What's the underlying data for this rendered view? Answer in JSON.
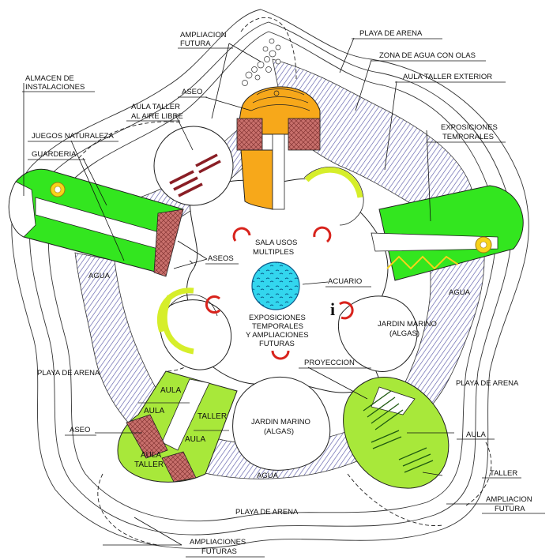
{
  "labels": {
    "ampliacion_futura_top": [
      "AMPLIACION",
      "FUTURA"
    ],
    "playa_de_arena_top": "PLAYA DE ARENA",
    "zona_de_agua_con_olas": "ZONA DE AGUA CON OLAS",
    "aula_taller_exterior": "AULA TALLER EXTERIOR",
    "almacen_de_instalaciones": [
      "ALMACEN DE",
      "INSTALACIONES"
    ],
    "aseo_top": "ASEO",
    "aula_taller_aire_libre": [
      "AULA TALLER",
      "AL AIRE LIBRE"
    ],
    "exposiciones_temporales_right": [
      "EXPOSICIONES",
      "TEMPORALES"
    ],
    "juegos_naturaleza": "JUEGOS NATURALEZA",
    "guarderia": "GUARDERIA",
    "sala_usos_multiples": [
      "SALA USOS",
      "MULTIPLES"
    ],
    "aseos": "ASEOS",
    "acuario": "ACUARIO",
    "agua_left": "AGUA",
    "agua_right": "AGUA",
    "agua_bottom": "AGUA",
    "exposiciones_center": [
      "EXPOSICIONES",
      "TEMPORALES",
      "Y AMPLIACIONES",
      "FUTURAS"
    ],
    "jardin_marino_right": [
      "JARDIN MARINO",
      "(ALGAS)"
    ],
    "playa_de_arena_left": "PLAYA DE ARENA",
    "proyeccion": "PROYECCION",
    "playa_de_arena_right": "PLAYA DE ARENA",
    "aula_1": "AULA",
    "aula_2": "AULA",
    "taller": "TALLER",
    "aula_3": "AULA",
    "jardin_marino_bottom": [
      "JARDIN MARINO",
      "(ALGAS)"
    ],
    "aseo_bottom": "ASEO",
    "aula_right": "AULA",
    "aula_taller_bottom": [
      "AULA",
      "TALLER"
    ],
    "taller_right": "TALLER",
    "ampliacion_futura_right": [
      "AMPLIACION",
      "FUTURA"
    ],
    "playa_de_arena_bottom": "PLAYA DE ARENA",
    "ampliaciones_futuras_bottom": [
      "AMPLIACIONES",
      "FUTURAS"
    ],
    "info_symbol": "i"
  },
  "colors": {
    "green": "#33e61f",
    "lime": "#a8e83a",
    "orange": "#f7a81a",
    "hatch_red": "#c05a58",
    "water_blue": "#5b5ba8",
    "aquarium": "#33d6ee",
    "accent_red": "#d8231c",
    "yellow_ring": "#d6ee2a"
  }
}
